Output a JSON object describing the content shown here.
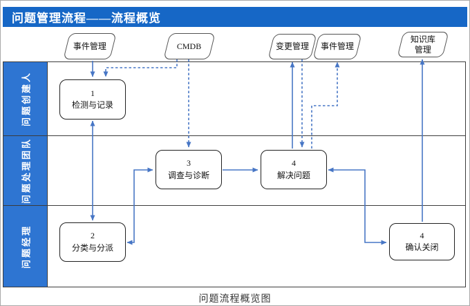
{
  "window": {
    "title": "问题管理流程——流程概览",
    "caption": "问题流程概览图"
  },
  "colors": {
    "title_bar": "#1667C6",
    "lane_label_bg": "#2E75D2",
    "connector": "#4776C5"
  },
  "lanes": [
    {
      "label": "问题创建人"
    },
    {
      "label": "问题处理团队"
    },
    {
      "label": "问题经理"
    }
  ],
  "external_entities": [
    {
      "id": "incident-mgmt-top",
      "label": "事件管理"
    },
    {
      "id": "cmdb",
      "label": "CMDB"
    },
    {
      "id": "change-mgmt",
      "label": "变更管理"
    },
    {
      "id": "incident-mgmt-right",
      "label": "事件管理"
    },
    {
      "id": "knowledge-base",
      "label_line1": "知识库",
      "label_line2": "管理"
    }
  ],
  "steps": [
    {
      "id": "step-1",
      "num": "1",
      "label": "检测与记录"
    },
    {
      "id": "step-2",
      "num": "2",
      "label": "分类与分派"
    },
    {
      "id": "step-3",
      "num": "3",
      "label": "调查与诊断"
    },
    {
      "id": "step-4",
      "num": "4",
      "label": "解决问题"
    },
    {
      "id": "step-5",
      "num": "4",
      "label": "确认关闭"
    }
  ],
  "edges": [
    {
      "from": "incident-mgmt-top",
      "to": "step-1",
      "style": "solid",
      "heads": "end"
    },
    {
      "from": "cmdb",
      "to": "step-1",
      "style": "dashed",
      "heads": "end"
    },
    {
      "from": "cmdb",
      "to": "step-3",
      "style": "dashed",
      "heads": "end"
    },
    {
      "from": "step-1",
      "to": "step-2",
      "style": "solid",
      "heads": "both"
    },
    {
      "from": "step-2",
      "to": "step-3",
      "style": "solid",
      "heads": "both"
    },
    {
      "from": "step-3",
      "to": "step-4",
      "style": "solid",
      "heads": "end"
    },
    {
      "from": "step-4",
      "to": "change-mgmt",
      "style": "solid",
      "heads": "end"
    },
    {
      "from": "change-mgmt",
      "to": "step-4",
      "style": "dashed",
      "heads": "end"
    },
    {
      "from": "step-4",
      "to": "incident-mgmt-right",
      "style": "dashed",
      "heads": "end"
    },
    {
      "from": "step-4",
      "to": "step-5",
      "style": "solid",
      "heads": "both"
    },
    {
      "from": "step-5",
      "to": "knowledge-base",
      "style": "solid",
      "heads": "end"
    }
  ]
}
